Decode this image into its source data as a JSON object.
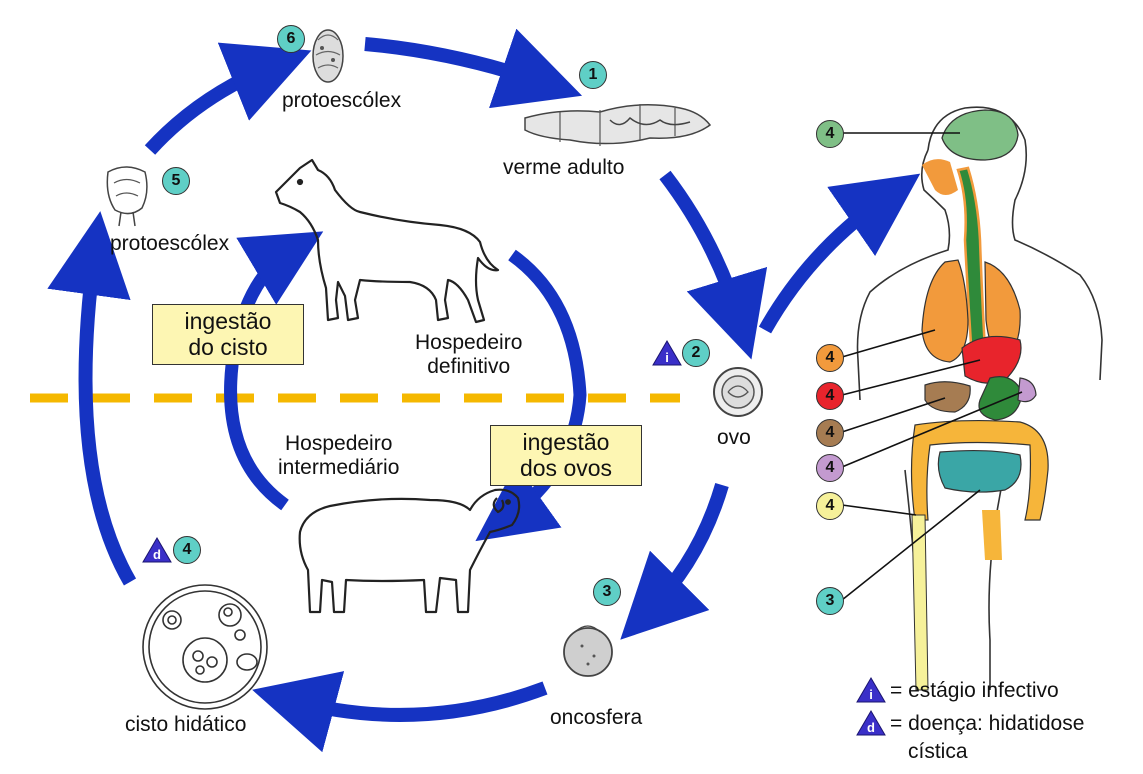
{
  "colors": {
    "arrow": "#1533c2",
    "dashed_line": "#f5b800",
    "badge_teal": "#5fcfc6",
    "box_fill": "#fdf6b3",
    "triangle": "#3a2fc8",
    "brain": "#7fbf86",
    "lungs": "#f29a3c",
    "liver": "#e8242c",
    "kidney": "#a67c52",
    "spleen": "#c39ad0",
    "bones": "#f6f19a",
    "intestine": "#3aa6a6",
    "esophagus": "#2f8a3a"
  },
  "stages": {
    "s1": {
      "num": "1",
      "label": "verme adulto"
    },
    "s2": {
      "num": "2",
      "label": "ovo"
    },
    "s3": {
      "num": "3",
      "label": "oncosfera"
    },
    "s4": {
      "num": "4",
      "label": "cisto hidático"
    },
    "s5": {
      "num": "5",
      "label": "protoescólex"
    },
    "s6": {
      "num": "6",
      "label": "protoescólex"
    }
  },
  "hosts": {
    "definitive": [
      "Hospedeiro",
      "definitivo"
    ],
    "intermediate": [
      "Hospedeiro",
      "intermediário"
    ]
  },
  "boxes": {
    "cyst": [
      "ingestão",
      "do cisto"
    ],
    "eggs": [
      "ingestão",
      "dos ovos"
    ]
  },
  "human_badges": {
    "brain": "4",
    "lungs": "4",
    "liver": "4",
    "kidney": "4",
    "spleen": "4",
    "bones": "4",
    "intestine": "3"
  },
  "legend": {
    "i_symbol": "i",
    "d_symbol": "d",
    "infective": "= estágio infectivo",
    "disease_line1": "= doença: hidatidose",
    "disease_line2": "cística"
  }
}
